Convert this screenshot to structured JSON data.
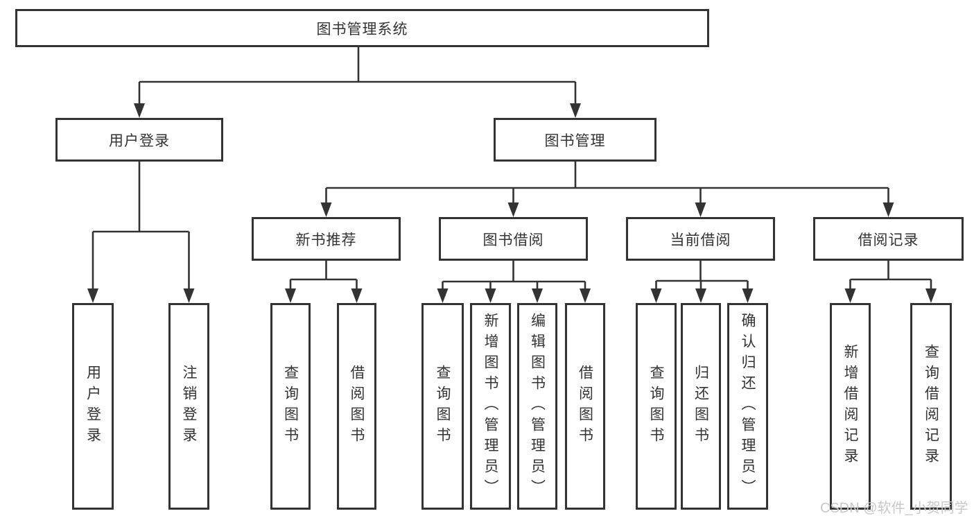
{
  "tree": {
    "root": {
      "label": "图书管理系统"
    },
    "login": {
      "label": "用户登录",
      "children": [
        {
          "label": "用户登录"
        },
        {
          "label": "注销登录"
        }
      ]
    },
    "manage": {
      "label": "图书管理",
      "sections": [
        {
          "label": "新书推荐",
          "children": [
            {
              "label": "查询图书"
            },
            {
              "label": "借阅图书"
            }
          ]
        },
        {
          "label": "图书借阅",
          "children": [
            {
              "label": "查询图书"
            },
            {
              "label": "新增图书（管理员）"
            },
            {
              "label": "编辑图书（管理员）"
            },
            {
              "label": "借阅图书"
            }
          ]
        },
        {
          "label": "当前借阅",
          "children": [
            {
              "label": "查询图书"
            },
            {
              "label": "归还图书"
            },
            {
              "label": "确认归还（管理员）"
            }
          ]
        },
        {
          "label": "借阅记录",
          "children": [
            {
              "label": "新增借阅记录"
            },
            {
              "label": "查询借阅记录"
            }
          ]
        }
      ]
    }
  },
  "watermark": {
    "text": "CSDN @软件_小贺同学",
    "color": "#c8c8c8"
  },
  "colors": {
    "line": "#333333",
    "box_border": "#333333",
    "text": "#333333",
    "background": "#ffffff"
  }
}
